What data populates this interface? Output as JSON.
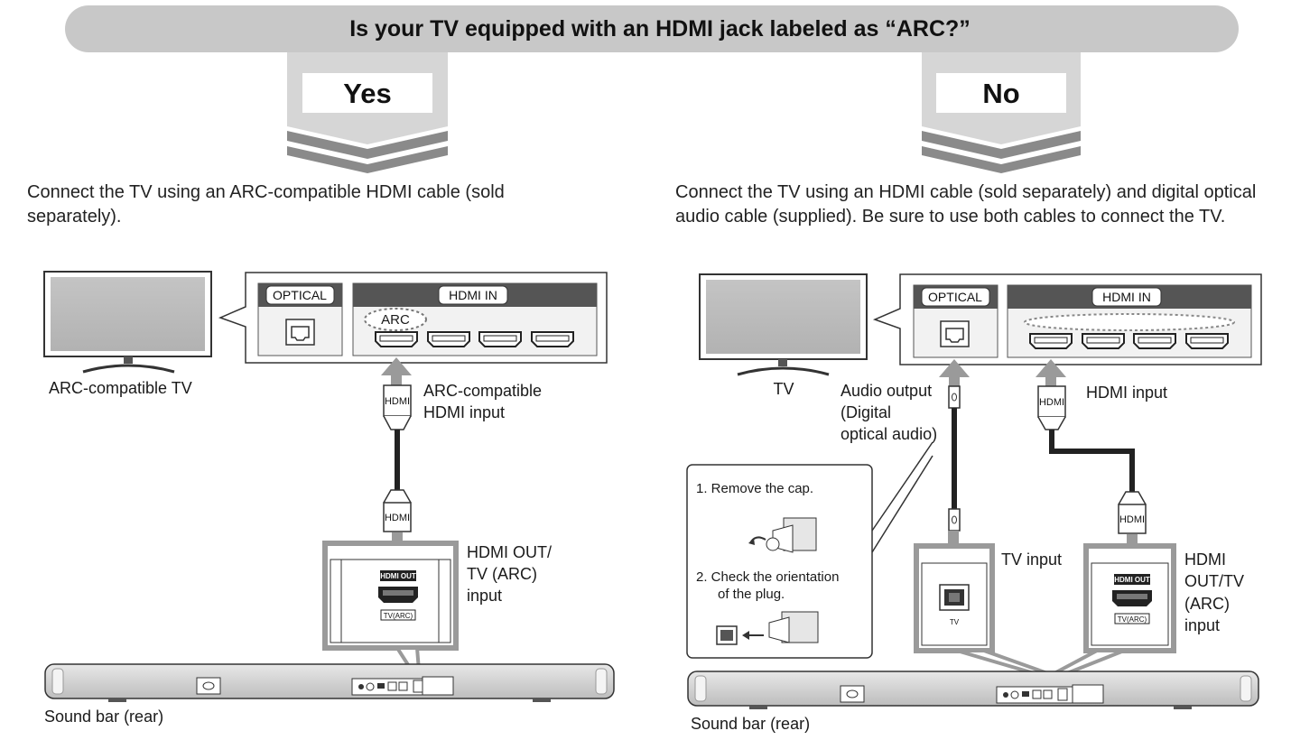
{
  "question": "Is your TV equipped with an HDMI jack labeled as “ARC?”",
  "yes": {
    "answer": "Yes",
    "description": "Connect the TV using an ARC-compatible HDMI cable (sold separately).",
    "tv_label": "ARC-compatible TV",
    "optical_tag": "OPTICAL",
    "hdmi_in_tag": "HDMI IN",
    "arc_tag": "ARC",
    "plug_label": "HDMI",
    "tv_input_label_1": "ARC-compatible",
    "tv_input_label_2": "HDMI input",
    "out_label_1": "HDMI OUT/",
    "out_label_2": "TV (ARC)",
    "out_label_3": "input",
    "port_tag_top": "HDMI OUT",
    "port_tag_bottom": "TV(ARC)",
    "soundbar_label": "Sound bar (rear)"
  },
  "no": {
    "answer": "No",
    "description": "Connect the TV using an HDMI cable (sold separately) and digital optical audio cable (supplied). Be sure to use both cables to connect the TV.",
    "tv_label": "TV",
    "optical_tag": "OPTICAL",
    "hdmi_in_tag": "HDMI IN",
    "plug_label": "HDMI",
    "audio_out_1": "Audio output",
    "audio_out_2": "(Digital",
    "audio_out_3": "optical audio)",
    "hdmi_input_label": "HDMI input",
    "tv_input_label": "TV input",
    "out_label_1": "HDMI",
    "out_label_2": "OUT/TV",
    "out_label_3": "(ARC)",
    "out_label_4": "input",
    "step1": "1.  Remove the cap.",
    "step2_1": "2.  Check the orientation",
    "step2_2": "of the plug.",
    "optical_port_tag": "TV",
    "port_tag_top": "HDMI OUT",
    "port_tag_bottom": "TV(ARC)",
    "soundbar_label": "Sound bar (rear)"
  },
  "colors": {
    "banner": "#c8c8c8",
    "dark_panel": "#555555",
    "light_gray": "#d6d6d6",
    "arrow": "#9a9a9a"
  }
}
